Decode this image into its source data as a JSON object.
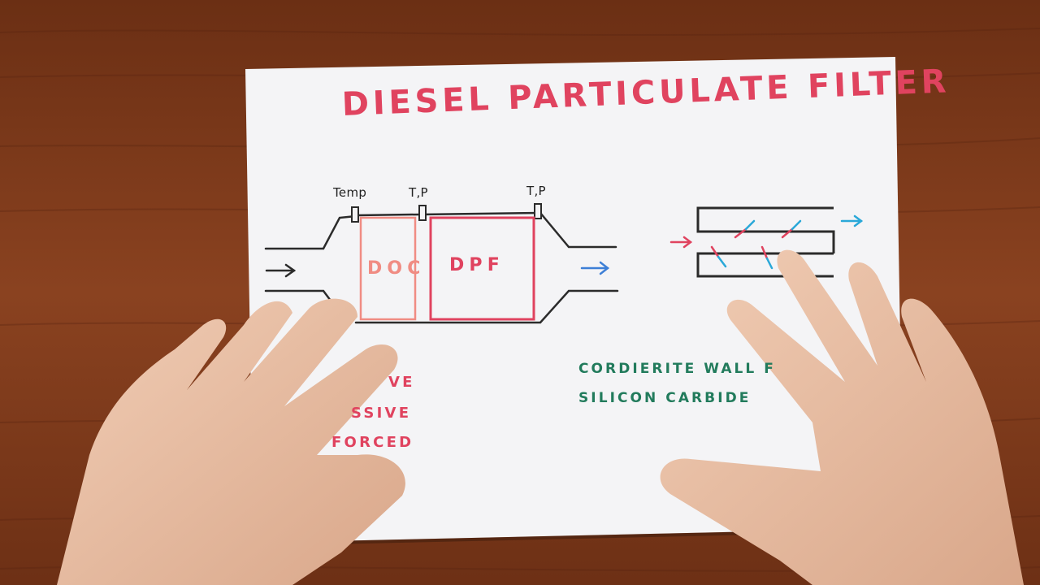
{
  "title": "DIESEL PARTICULATE FILTER",
  "sensors": {
    "temp": "Temp",
    "tp_mid": "T,P",
    "tp_out": "T,P"
  },
  "blocks": {
    "doc": "DOC",
    "dpf": "DPF"
  },
  "materials": {
    "line1": "CORDIERITE WALL F",
    "line2": "SILICON CARBIDE"
  },
  "regeneration": {
    "line1": "VE",
    "line2": "SSIVE",
    "line3": "FORCED"
  },
  "colors": {
    "table": "#7a3a1c",
    "paper": "#f4f4f6",
    "red_ink": "#e0435f",
    "salmon_ink": "#f08c83",
    "green_ink": "#227b5c",
    "blue_ink": "#3d7fd6",
    "cyan_ink": "#2aa8d8",
    "black_ink": "#2b2b2b",
    "skin": "#ecc4a8"
  }
}
